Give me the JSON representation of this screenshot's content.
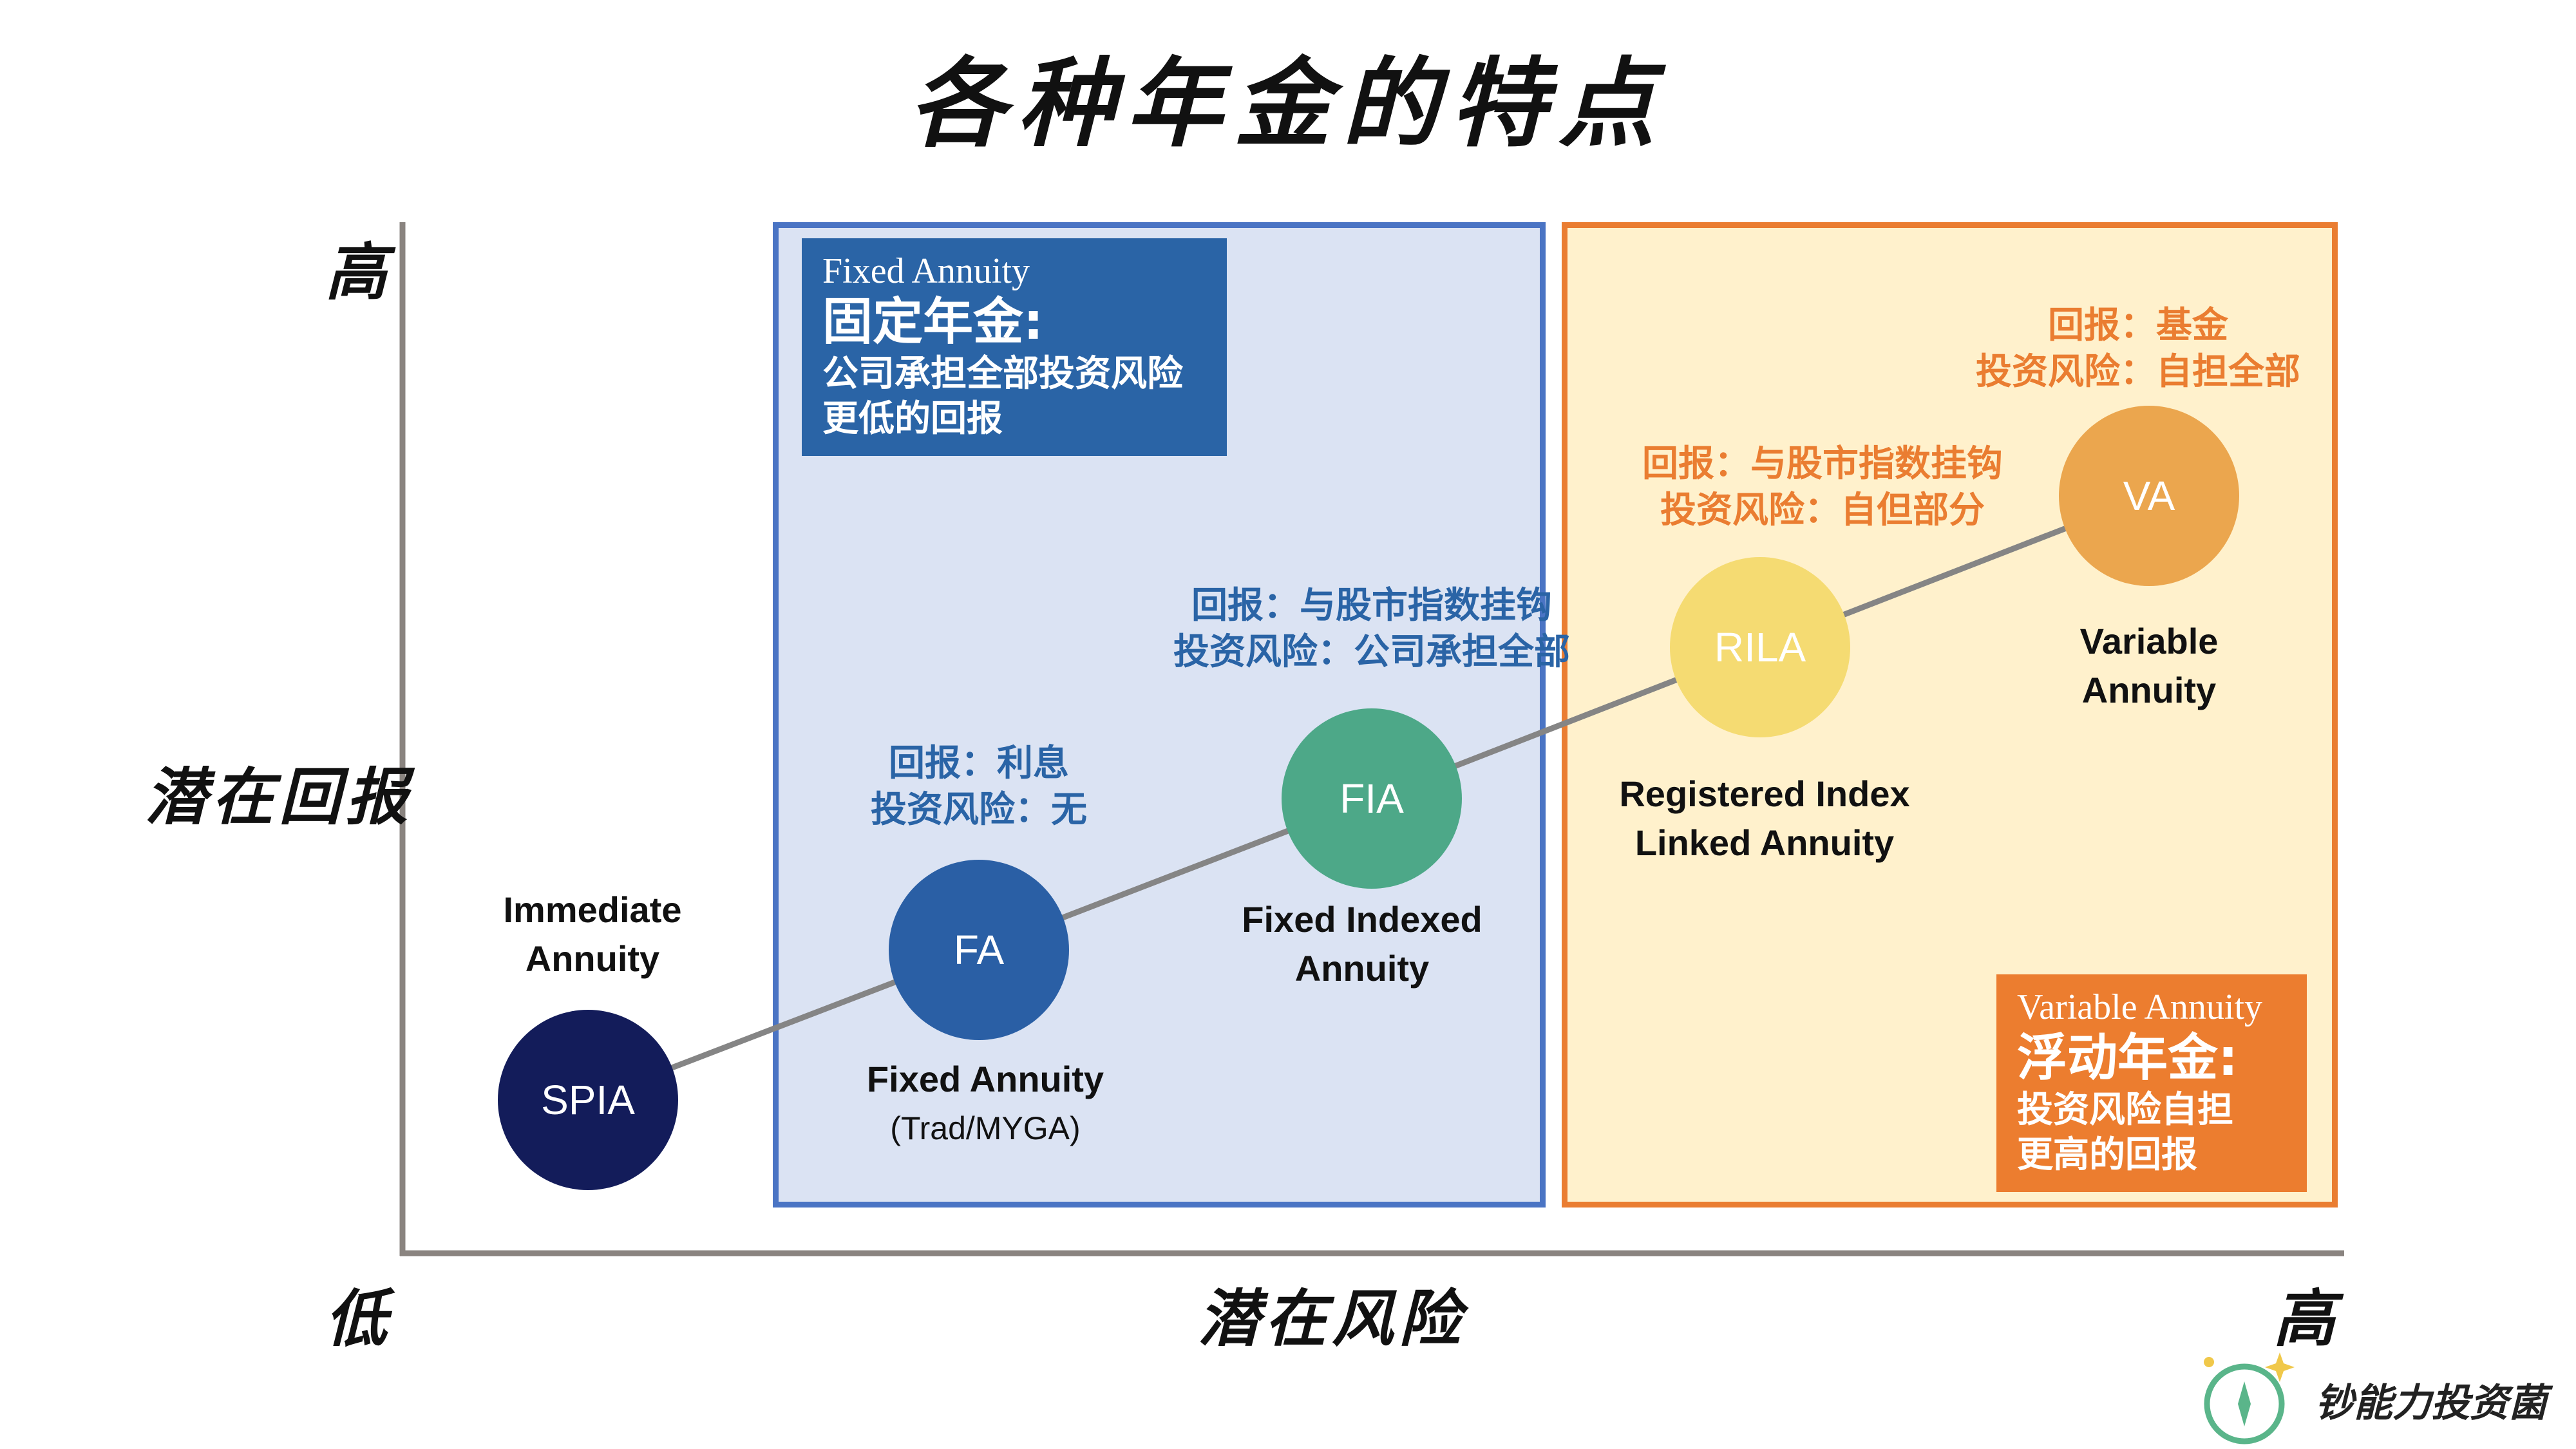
{
  "title": "各种年金的特点",
  "axes": {
    "y_label": "潜在回报",
    "y_high": "高",
    "x_label": "潜在风险",
    "x_high": "高",
    "origin_low": "低"
  },
  "zones": {
    "fixed": {
      "en": "Fixed Annuity",
      "cn": "固定年金:",
      "desc_lines": [
        "公司承担全部投资风险",
        "更低的回报"
      ]
    },
    "variable": {
      "en": "Variable Annuity",
      "cn": "浮动年金:",
      "desc_lines": [
        "投资风险自担",
        "更高的回报"
      ]
    }
  },
  "nodes": [
    {
      "abbr": "SPIA",
      "label_lines": [
        "Immediate",
        "Annuity"
      ],
      "color": "#131c5a"
    },
    {
      "abbr": "FA",
      "label_lines": [
        "Fixed Annuity"
      ],
      "sub": "(Trad/MYGA)",
      "color": "#2a5fa5",
      "feature_lines": [
        "回报：利息",
        "投资风险：无"
      ]
    },
    {
      "abbr": "FIA",
      "label_lines": [
        "Fixed Indexed",
        "Annuity"
      ],
      "color": "#4da888",
      "feature_lines": [
        "回报：与股市指数挂钩",
        "投资风险：公司承担全部"
      ]
    },
    {
      "abbr": "RILA",
      "label_lines": [
        "Registered Index",
        "Linked Annuity"
      ],
      "color": "#f5db72",
      "feature_lines": [
        "回报：与股市指数挂钩",
        "投资风险：自但部分"
      ]
    },
    {
      "abbr": "VA",
      "label_lines": [
        "Variable",
        "Annuity"
      ],
      "color": "#eba64e",
      "feature_lines": [
        "回报：基金",
        "投资风险：自担全部"
      ]
    }
  ],
  "colors": {
    "fixed_zone_bg": "#dbe3f3",
    "fixed_zone_border": "#4a74c4",
    "variable_zone_bg": "#fff1cc",
    "variable_zone_border": "#ea7d31",
    "axis": "#8a8480",
    "feature_blue": "#2a64a6",
    "feature_orange": "#ea7d31"
  },
  "watermark": {
    "text": "钞能力投资菌",
    "icon": "coin-sparkle-icon"
  }
}
